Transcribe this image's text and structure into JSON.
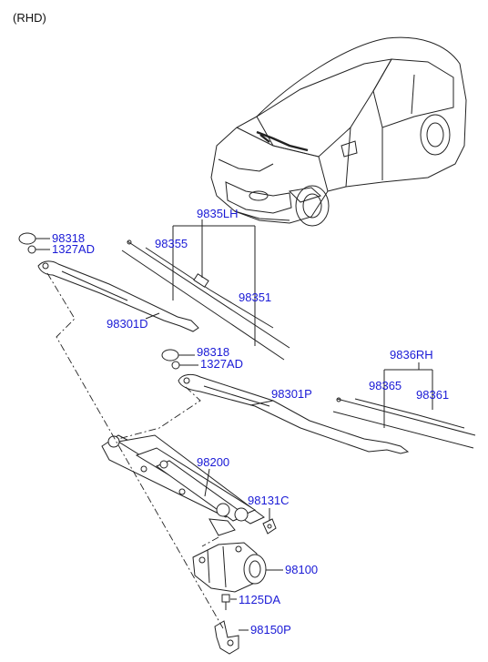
{
  "header": {
    "variant": "(RHD)"
  },
  "labels": {
    "p98318_a": "98318",
    "p1327AD_a": "1327AD",
    "p9835LH": "9835LH",
    "p98355": "98355",
    "p98351": "98351",
    "p98301D": "98301D",
    "p98318_b": "98318",
    "p1327AD_b": "1327AD",
    "p9836RH": "9836RH",
    "p98365": "98365",
    "p98361": "98361",
    "p98301P": "98301P",
    "p98200": "98200",
    "p98131C": "98131C",
    "p98100": "98100",
    "p1125DA": "1125DA",
    "p98150P": "98150P"
  },
  "colors": {
    "label": "#1a1ad6",
    "line": "#222222",
    "background": "#ffffff"
  },
  "icons": [
    "car-illustration",
    "wiper-arm",
    "wiper-blade",
    "wiper-linkage",
    "wiper-motor",
    "cap",
    "nut",
    "bolt",
    "bracket"
  ]
}
